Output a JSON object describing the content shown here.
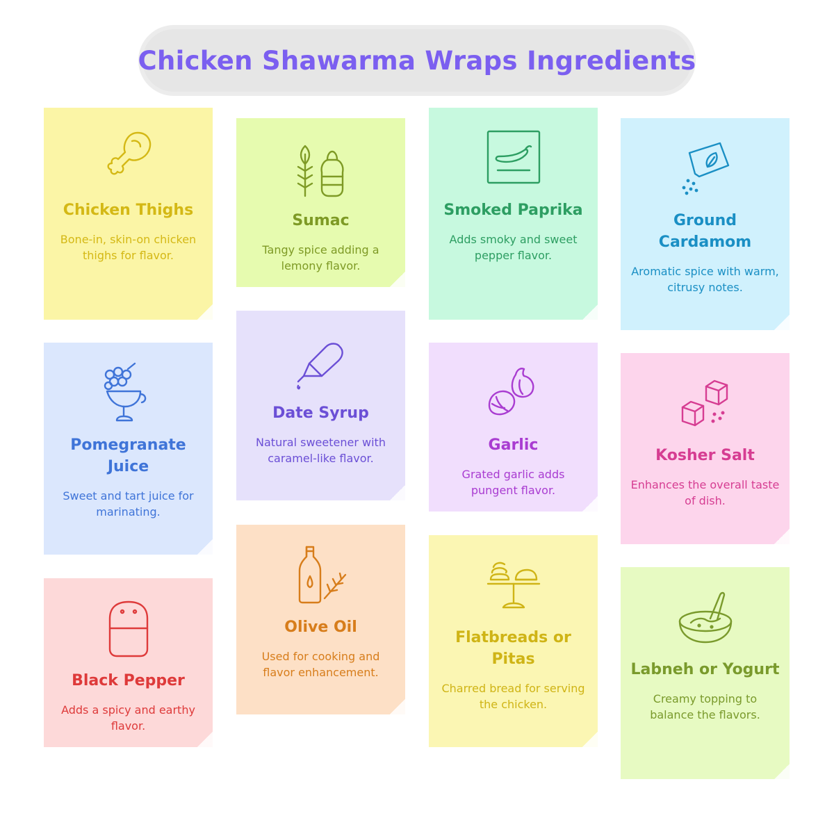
{
  "title": "Chicken Shawarma Wraps Ingredients",
  "cards": [
    {
      "name": "Chicken Thighs",
      "desc": "Bone-in, skin-on chicken thighs for flavor.",
      "icon": "chicken-leg-icon",
      "bg": "#fbf5a6",
      "fg": "#d4b815"
    },
    {
      "name": "Sumac",
      "desc": "Tangy spice adding a lemony flavor.",
      "icon": "herb-jar-icon",
      "bg": "#e6fbaf",
      "fg": "#7e9a25"
    },
    {
      "name": "Smoked Paprika",
      "desc": "Adds smoky and sweet pepper flavor.",
      "icon": "pepper-icon",
      "bg": "#c7f9df",
      "fg": "#2d9e62"
    },
    {
      "name": "Ground Cardamom",
      "desc": "Aromatic spice with warm, citrusy notes.",
      "icon": "spice-packet-icon",
      "bg": "#d0f1fd",
      "fg": "#1a8fc4"
    },
    {
      "name": "Pomegranate Juice",
      "desc": "Sweet and tart juice for marinating.",
      "icon": "fruit-glass-icon",
      "bg": "#dbe7fd",
      "fg": "#3f74d8"
    },
    {
      "name": "Date Syrup",
      "desc": "Natural sweetener with caramel-like flavor.",
      "icon": "syrup-bottle-icon",
      "bg": "#e6e1fb",
      "fg": "#6b4fd6"
    },
    {
      "name": "Garlic",
      "desc": "Grated garlic adds pungent flavor.",
      "icon": "garlic-icon",
      "bg": "#f1defd",
      "fg": "#a93cd1"
    },
    {
      "name": "Kosher Salt",
      "desc": "Enhances the overall taste of dish.",
      "icon": "salt-cubes-icon",
      "bg": "#fdd5ec",
      "fg": "#d63d92"
    },
    {
      "name": "Black Pepper",
      "desc": "Adds a spicy and earthy flavor.",
      "icon": "pepper-shaker-icon",
      "bg": "#fdd9d9",
      "fg": "#de3a3a"
    },
    {
      "name": "Olive Oil",
      "desc": "Used for cooking and flavor enhancement.",
      "icon": "oil-bottle-icon",
      "bg": "#fde0c6",
      "fg": "#d77d1b"
    },
    {
      "name": "Flatbreads or Pitas",
      "desc": "Charred bread for serving the chicken.",
      "icon": "bread-stand-icon",
      "bg": "#fbf6b3",
      "fg": "#cfb416"
    },
    {
      "name": "Labneh or Yogurt",
      "desc": "Creamy topping to balance the flavors.",
      "icon": "yogurt-bowl-icon",
      "bg": "#e7fac2",
      "fg": "#7a9a2c"
    }
  ]
}
